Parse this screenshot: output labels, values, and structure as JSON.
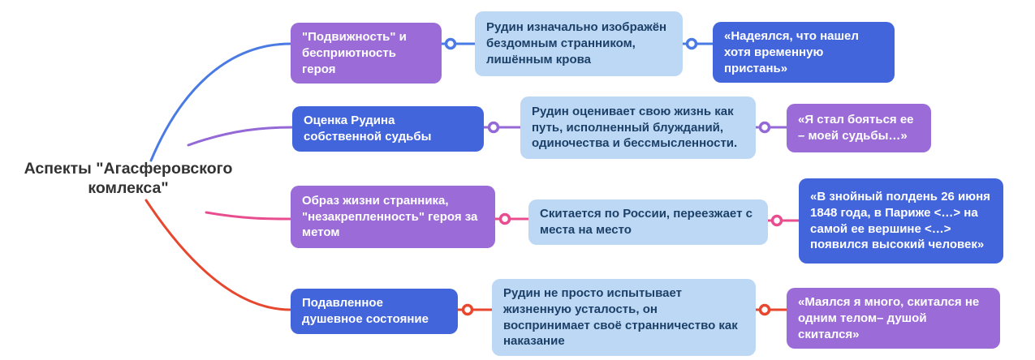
{
  "root": {
    "label": "Аспекты \"Агасферовского комлекса\""
  },
  "colors": {
    "topic_purple": "#9b6cd8",
    "topic_blue": "#4365dc",
    "detail_light_blue": "#bcd8f5",
    "detail_text": "#1d4068",
    "root_text": "#333333",
    "branch_blue_line": "#4a7be4",
    "branch_purple_line": "#9468d6",
    "branch_pink_line": "#e84e8f",
    "branch_red_line": "#e7472e"
  },
  "branches": [
    {
      "line_color": "#4a7be4",
      "topic": {
        "label": "\"Подвижность\" и бесприютность героя",
        "bg": "#9b6cd8"
      },
      "detail": {
        "label": "Рудин изначально изображён бездомным странником, лишённым крова",
        "bg": "#bcd8f5"
      },
      "quote": {
        "label": "«Надеялся, что нашел хотя временную пристань»",
        "bg": "#4365dc"
      }
    },
    {
      "line_color": "#9468d6",
      "topic": {
        "label": "Оценка Рудина собственной судьбы",
        "bg": "#4365dc"
      },
      "detail": {
        "label": "Рудин оценивает свою жизнь как путь, исполненный блужданий, одиночества и бессмысленности.",
        "bg": "#bcd8f5"
      },
      "quote": {
        "label": "«Я стал бояться ее – моей судьбы…»",
        "bg": "#9b6cd8"
      }
    },
    {
      "line_color": "#e84e8f",
      "topic": {
        "label": "Образ жизни странника, \"незакрепленность\" героя за метом",
        "bg": "#9b6cd8"
      },
      "detail": {
        "label": "Скитается по России, переезжает с места на место",
        "bg": "#bcd8f5"
      },
      "quote": {
        "label": "«В знойный полдень 26 июня 1848 года, в Париже <…> на самой ее вершине <…> появился высокий человек»",
        "bg": "#4365dc"
      }
    },
    {
      "line_color": "#e7472e",
      "topic": {
        "label": "Подавленное душевное состояние",
        "bg": "#4365dc"
      },
      "detail": {
        "label": "Рудин не просто испытывает жизненную усталость, он воспринимает своё странничество как наказание",
        "bg": "#bcd8f5"
      },
      "quote": {
        "label": "«Маялся я много, скитался не одним телом– душой скитался»",
        "bg": "#9b6cd8"
      }
    }
  ]
}
